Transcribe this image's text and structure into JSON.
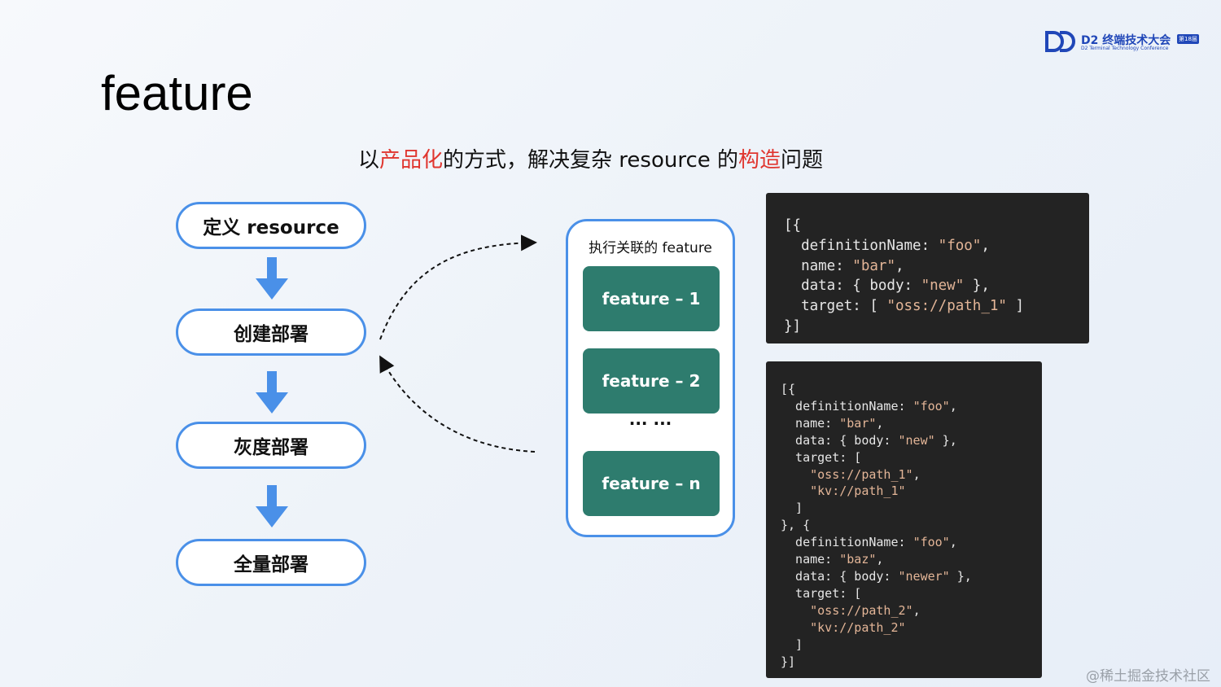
{
  "logo": {
    "title": "D2 终端技术大会",
    "badge": "第18届",
    "subtitle": "D2 Terminal Technology Conference",
    "brand_color": "#2047b8"
  },
  "page_title": "feature",
  "subtitle": {
    "part1": "以",
    "highlight1": "产品化",
    "part2": "的方式，解决复杂 resource 的",
    "highlight2": "构造",
    "part3": "问题",
    "highlight_color": "#e0362f"
  },
  "steps": [
    "定义 resource",
    "创建部署",
    "灰度部署",
    "全量部署"
  ],
  "feature_panel": {
    "title": "执行关联的 feature",
    "items": [
      "feature – 1",
      "feature – 2",
      "feature – n"
    ],
    "ellipsis": "··· ···",
    "box_color": "#2e7c6e",
    "border_color": "#4a90e8"
  },
  "code_blocks": [
    {
      "lines": [
        [
          {
            "t": "[{"
          }
        ],
        [
          {
            "t": "  definitionName: "
          },
          {
            "t": "\"foo\"",
            "s": true
          },
          {
            "t": ","
          }
        ],
        [
          {
            "t": "  name: "
          },
          {
            "t": "\"bar\"",
            "s": true
          },
          {
            "t": ","
          }
        ],
        [
          {
            "t": "  data: { body: "
          },
          {
            "t": "\"new\"",
            "s": true
          },
          {
            "t": " },"
          }
        ],
        [
          {
            "t": "  target: [ "
          },
          {
            "t": "\"oss://path_1\"",
            "s": true
          },
          {
            "t": " ]"
          }
        ],
        [
          {
            "t": "}]"
          }
        ]
      ]
    },
    {
      "lines": [
        [
          {
            "t": "[{"
          }
        ],
        [
          {
            "t": "  definitionName: "
          },
          {
            "t": "\"foo\"",
            "s": true
          },
          {
            "t": ","
          }
        ],
        [
          {
            "t": "  name: "
          },
          {
            "t": "\"bar\"",
            "s": true
          },
          {
            "t": ","
          }
        ],
        [
          {
            "t": "  data: { body: "
          },
          {
            "t": "\"new\"",
            "s": true
          },
          {
            "t": " },"
          }
        ],
        [
          {
            "t": "  target: ["
          }
        ],
        [
          {
            "t": "    "
          },
          {
            "t": "\"oss://path_1\"",
            "s": true
          },
          {
            "t": ","
          }
        ],
        [
          {
            "t": "    "
          },
          {
            "t": "\"kv://path_1\"",
            "s": true
          }
        ],
        [
          {
            "t": "  ]"
          }
        ],
        [
          {
            "t": "}, {"
          }
        ],
        [
          {
            "t": "  definitionName: "
          },
          {
            "t": "\"foo\"",
            "s": true
          },
          {
            "t": ","
          }
        ],
        [
          {
            "t": "  name: "
          },
          {
            "t": "\"baz\"",
            "s": true
          },
          {
            "t": ","
          }
        ],
        [
          {
            "t": "  data: { body: "
          },
          {
            "t": "\"newer\"",
            "s": true
          },
          {
            "t": " },"
          }
        ],
        [
          {
            "t": "  target: ["
          }
        ],
        [
          {
            "t": "    "
          },
          {
            "t": "\"oss://path_2\"",
            "s": true
          },
          {
            "t": ","
          }
        ],
        [
          {
            "t": "    "
          },
          {
            "t": "\"kv://path_2\"",
            "s": true
          }
        ],
        [
          {
            "t": "  ]"
          }
        ],
        [
          {
            "t": "}]"
          }
        ]
      ]
    }
  ],
  "watermark": "@稀土掘金技术社区",
  "colors": {
    "step_border": "#4a90e8",
    "arrow": "#4a90e8",
    "code_bg": "#232323",
    "code_string": "#e3b597"
  }
}
